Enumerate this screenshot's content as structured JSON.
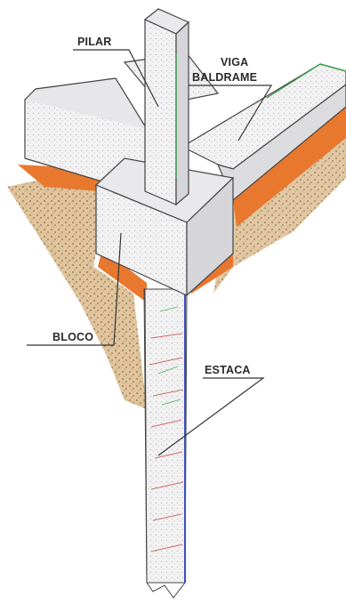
{
  "labels": {
    "pilar": "PILAR",
    "viga_line1": "VIGA",
    "viga_line2": "BALDRAME",
    "bloco": "BLOCO",
    "estaca": "ESTACA"
  },
  "colors": {
    "soil_orange": "#e8782e",
    "soil_brown": "#b8935a",
    "concrete_light": "#f1f0f0",
    "concrete_shade": "#d9d8da",
    "line": "#444444",
    "pile_red": "#c0392b",
    "pile_green": "#2e9e3e",
    "pile_blue": "#3b4fb8"
  }
}
